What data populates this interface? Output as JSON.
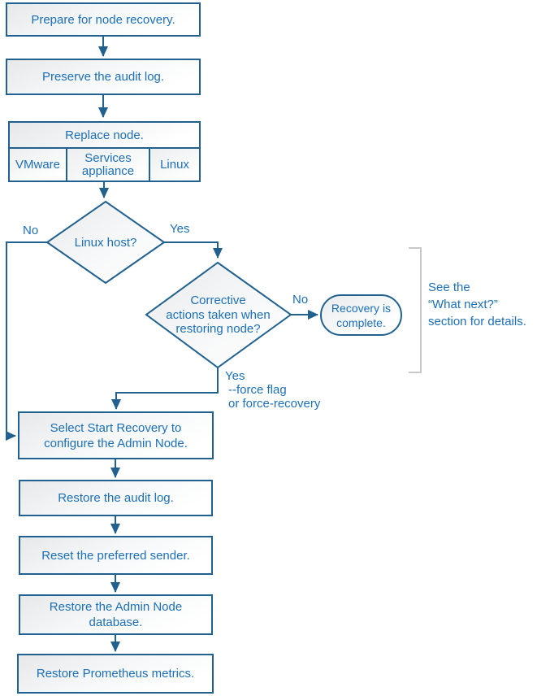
{
  "diagram": {
    "steps": {
      "prepare": "Prepare for node recovery.",
      "preserve": "Preserve the audit log.",
      "replace_title": "Replace node.",
      "replace_options": [
        "VMware",
        "Services appliance",
        "Linux"
      ],
      "select_recovery": [
        "Select Start Recovery to",
        "configure the Admin Node."
      ],
      "restore_audit": "Restore the audit log.",
      "reset_sender": "Reset the preferred sender.",
      "restore_db": [
        "Restore the Admin Node",
        "database."
      ],
      "restore_prometheus": "Restore Prometheus metrics."
    },
    "decisions": {
      "linux_host": {
        "question": "Linux host?",
        "no": "No",
        "yes": "Yes"
      },
      "corrective": {
        "question": [
          "Corrective",
          "actions taken when",
          "restoring node?"
        ],
        "no": "No",
        "yes": "Yes",
        "yes_note": [
          "--force flag",
          "or force-recovery"
        ]
      }
    },
    "terminator": [
      "Recovery is",
      "complete."
    ],
    "annotation": [
      "See the",
      "“What next?”",
      "section for details."
    ],
    "colors": {
      "line": "#20618f",
      "text": "#1c6fb8",
      "bracket": "#c9c9c9"
    }
  }
}
